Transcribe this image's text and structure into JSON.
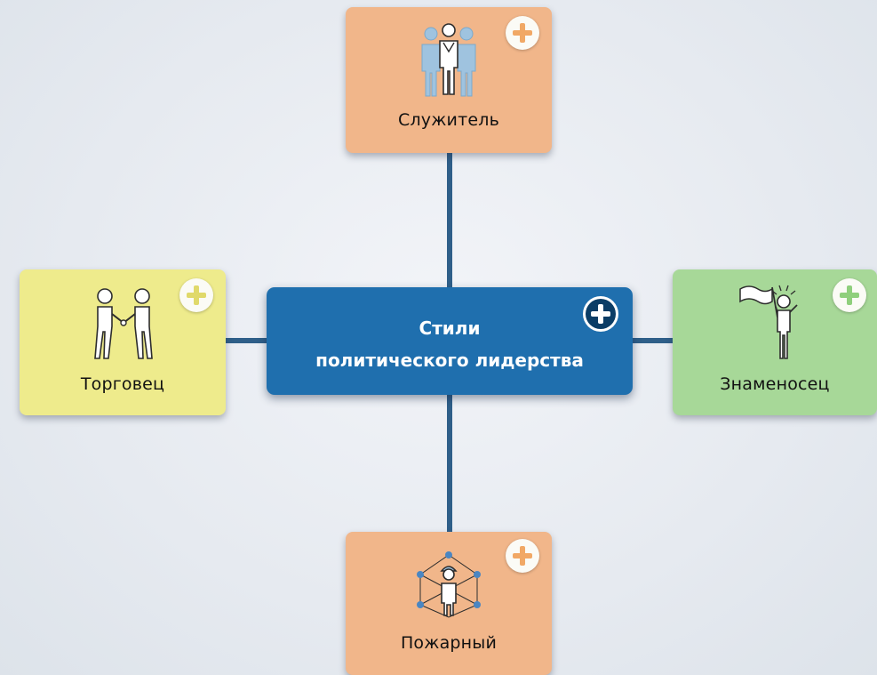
{
  "diagram": {
    "center": {
      "line1": "Стили",
      "line2": "политического лидерства"
    },
    "nodes": {
      "top": {
        "label": "Служитель",
        "icon": "servant-figures-icon",
        "color": "#f1b68a"
      },
      "left": {
        "label": "Торговец",
        "icon": "handshake-icon",
        "color": "#eeeb8c"
      },
      "right": {
        "label": "Знаменосец",
        "icon": "flag-bearer-icon",
        "color": "#a7d898"
      },
      "bottom": {
        "label": "Пожарный",
        "icon": "firefighter-network-icon",
        "color": "#f1b68a"
      }
    },
    "colors": {
      "center": "#1f6fae",
      "connector": "#2f5f89",
      "plus_orange": "#f1a865",
      "plus_yellow": "#e0d96a",
      "plus_green": "#8fcf7c"
    }
  }
}
